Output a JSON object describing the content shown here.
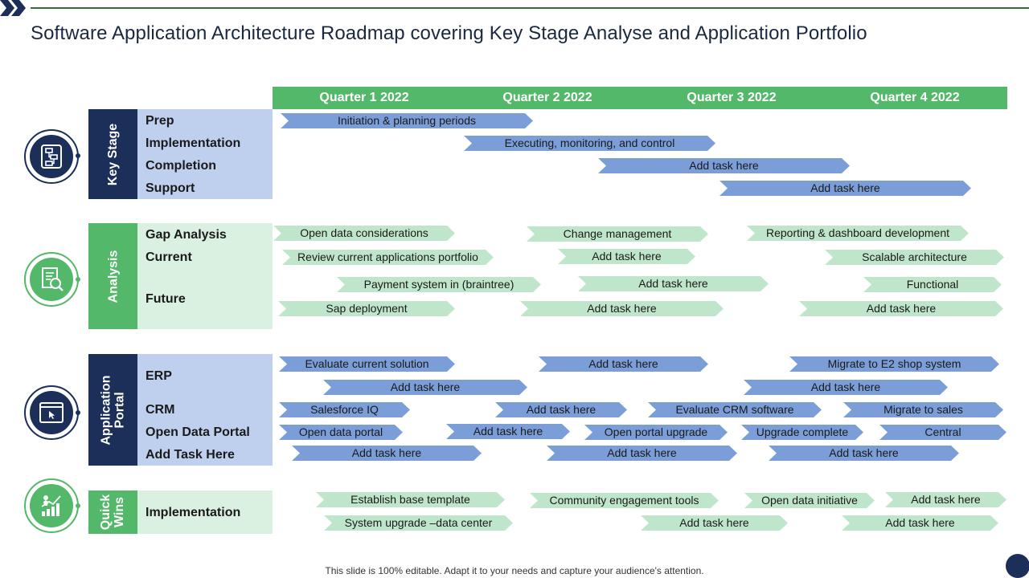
{
  "title": "Software Application Architecture Roadmap covering Key Stage Analyse and Application Portfolio",
  "quarters": [
    "Quarter 1 2022",
    "Quarter 2 2022",
    "Quarter 3 2022",
    "Quarter 4 2022"
  ],
  "sections": {
    "key_stage": {
      "band_label": "Key Stage",
      "icon": "workflow-icon",
      "rows": [
        "Prep",
        "Implementation",
        "Completion",
        "Support"
      ]
    },
    "analysis": {
      "band_label": "Analysis",
      "icon": "document-search-icon",
      "rows": [
        "Gap Analysis",
        "Current",
        "Future"
      ]
    },
    "application_portal": {
      "band_label_line1": "Application",
      "band_label_line2": "Portal",
      "icon": "browser-cursor-icon",
      "rows": [
        "ERP",
        "CRM",
        "Open Data Portal",
        "Add Task Here"
      ]
    },
    "quick_wins": {
      "band_label_line1": "Quick",
      "band_label_line2": "Wins",
      "icon": "growth-chart-icon",
      "rows": [
        "Implementation"
      ]
    }
  },
  "tasks": [
    "Initiation & planning periods",
    "Executing, monitoring, and control",
    "Add task here",
    "Add task here",
    "Open data considerations",
    "Change management",
    "Reporting & dashboard development",
    "Review current applications portfolio",
    "Add task here",
    "Scalable architecture",
    "Payment system in (braintree)",
    "Add task here",
    "Functional",
    "Sap deployment",
    "Add task here",
    "Add task here",
    "Evaluate current solution",
    "Add task here",
    "Migrate to E2 shop system",
    "Add task here",
    "Add task here",
    "Salesforce IQ",
    "Add task here",
    "Evaluate CRM software",
    "Migrate to sales",
    "Open data portal",
    "Add task here",
    "Open portal upgrade",
    "Upgrade complete",
    "Central",
    "Add task here",
    "Add task here",
    "Add task here",
    "Establish base template",
    "Community engagement tools",
    "Open data initiative",
    "Add task here",
    "System upgrade –data center",
    "Add task here",
    "Add task here"
  ],
  "footnote": "This slide is 100% editable. Adapt it to your needs and capture your audience's attention.",
  "colors": {
    "navy": "#1c2f59",
    "green": "#54b86a",
    "light_blue": "#bfd0ee",
    "light_green": "#daf0e0",
    "task_blue": "#7b9ed8",
    "task_green": "#bfe6cb"
  }
}
